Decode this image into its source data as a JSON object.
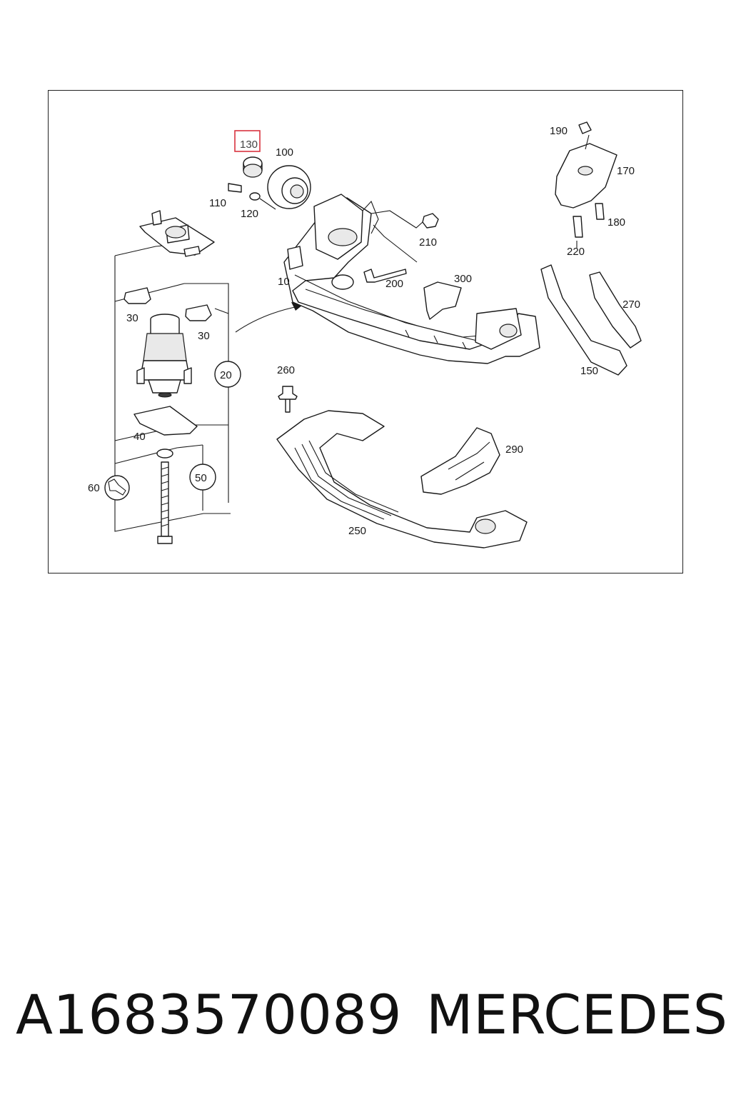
{
  "diagram": {
    "callouts": {
      "c10": "10",
      "c20": "20",
      "c30a": "30",
      "c30b": "30",
      "c40": "40",
      "c50": "50",
      "c60": "60",
      "c100": "100",
      "c110": "110",
      "c120": "120",
      "c130": "130",
      "c150": "150",
      "c170": "170",
      "c180": "180",
      "c190": "190",
      "c200": "200",
      "c210": "210",
      "c220": "220",
      "c250": "250",
      "c260": "260",
      "c270": "270",
      "c290": "290",
      "c300": "300"
    },
    "highlighted_callout": "130",
    "highlight_color": "#d9333f"
  },
  "caption": {
    "part_number": "A1683570089",
    "brand": "MERCEDES"
  }
}
